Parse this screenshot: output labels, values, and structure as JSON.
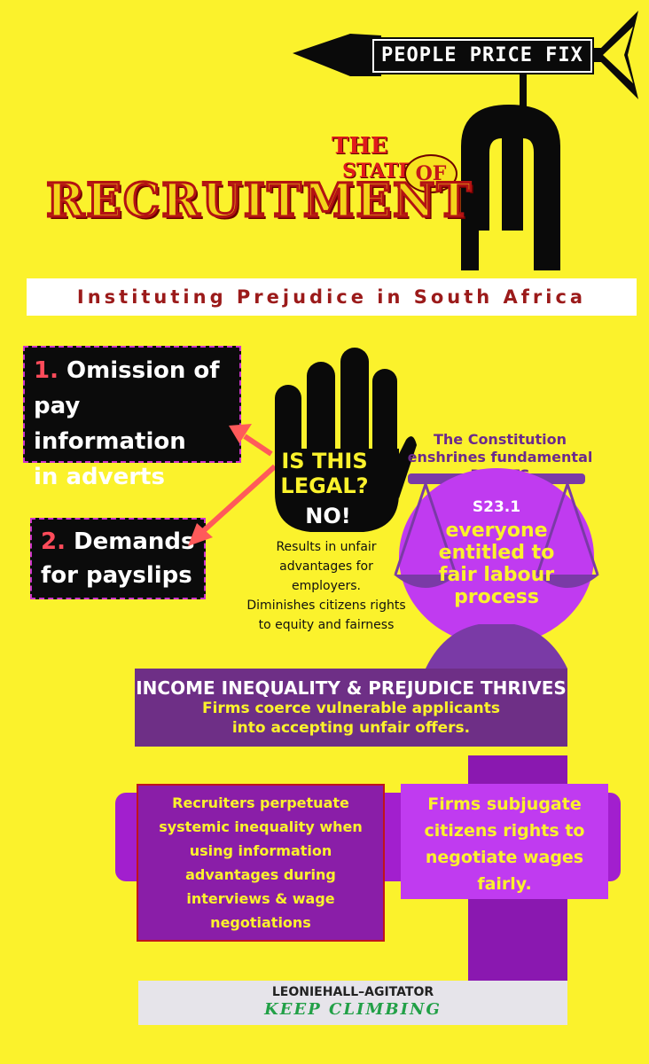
{
  "header": {
    "brand": "PEOPLE PRICE FIX",
    "the": "THE",
    "state": "STATE",
    "of": "OF",
    "recruitment": "RECRUITMENT",
    "subtitle": "Instituting Prejudice in South Africa"
  },
  "issues": [
    {
      "number": "1.",
      "lines": [
        "Omission of",
        "pay information",
        "in adverts"
      ]
    },
    {
      "number": "2.",
      "lines": [
        "Demands",
        "for payslips"
      ]
    }
  ],
  "hand": {
    "question_lines": [
      "IS THIS",
      "LEGAL?"
    ],
    "answer": "NO!",
    "caption_lines": [
      "Results in unfair",
      "advantages for",
      "employers.",
      "Diminishes citizens rights",
      "to equity and fairness"
    ]
  },
  "constitution": {
    "heading_lines": [
      "The Constitution",
      "enshrines fundamental",
      "RIGHTS"
    ],
    "section": "S23.1",
    "body_lines": [
      "everyone",
      "entitled to",
      "fair labour",
      "process"
    ]
  },
  "income": {
    "title": "INCOME INEQUALITY & PREJUDICE THRIVES",
    "body_lines": [
      "Firms coerce vulnerable applicants",
      "into accepting unfair offers."
    ]
  },
  "recruiters": {
    "lines": [
      "Recruiters perpetuate",
      "systemic inequality when",
      "using information",
      "advantages during",
      "interviews & wage",
      "negotiations"
    ]
  },
  "firms": {
    "lines": [
      "Firms subjugate",
      "citizens rights to",
      "negotiate wages",
      "fairly."
    ]
  },
  "footer": {
    "name": "LEONIEHALL–AGITATOR",
    "slogan": "KEEP CLIMBING"
  },
  "colors": {
    "background": "#fbf22c",
    "accent_red": "#e01b1b",
    "purple_dark": "#6e2f86",
    "purple_bright": "#c03bf0",
    "black": "#0b0b0b"
  },
  "icons": [
    "fish-skeleton-icon",
    "fork-icon",
    "hand-stop-icon",
    "scales-of-justice-icon",
    "arrow-icon"
  ]
}
